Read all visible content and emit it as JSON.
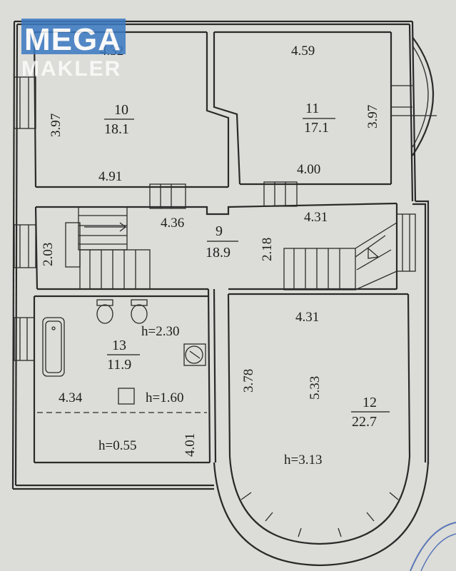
{
  "logo": {
    "line1": "MEGA",
    "line2": "MAKLER",
    "accent": "#3a79c2"
  },
  "rooms": {
    "r10": {
      "number": "10",
      "area": "18.1",
      "top": "4.32",
      "side": "3.97",
      "bottom": "4.91"
    },
    "r11": {
      "number": "11",
      "area": "17.1",
      "top": "4.59",
      "side": "3.97",
      "bottom": "4.00"
    },
    "r9": {
      "number": "9",
      "area": "18.9",
      "left": "2.03",
      "mid": "4.36",
      "depth": "2.18",
      "right": "4.31"
    },
    "r13": {
      "number": "13",
      "area": "11.9",
      "height1": "h=2.30",
      "width": "4.34",
      "height2": "h=1.60",
      "height3": "h=0.55",
      "depth": "4.01"
    },
    "r12": {
      "number": "12",
      "area": "22.7",
      "top": "4.31",
      "left": "3.78",
      "depth": "5.33",
      "height": "h=3.13"
    }
  },
  "colors": {
    "paper": "#dcdcd8",
    "line": "#2a2a2a",
    "stamp": "#3a5fb0"
  }
}
